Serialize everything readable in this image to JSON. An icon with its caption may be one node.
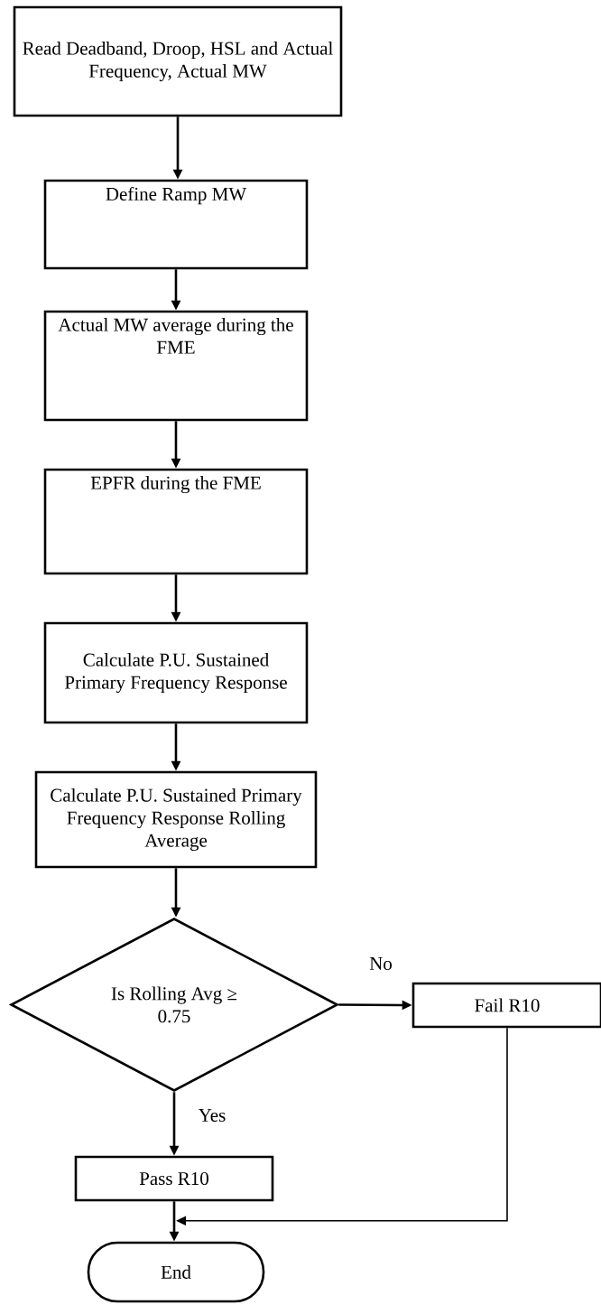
{
  "diagram": {
    "nodes": [
      {
        "text": [
          "Read Deadband, Droop, HSL and Actual Frequency, Actual MW"
        ]
      },
      {
        "text": [
          "Define Ramp MW"
        ]
      },
      {
        "text": [
          "Actual MW average during the FME"
        ]
      },
      {
        "text": [
          "EPFR during the FME"
        ]
      },
      {
        "text": [
          "Calculate P.U. Sustained Primary Frequency Response"
        ]
      },
      {
        "text": [
          "Calculate P.U. Sustained Primary Frequency Response Rolling Average"
        ]
      },
      {
        "text": [
          "Is Rolling Avg ≥ 0.75"
        ]
      },
      {
        "text": [
          "Fail R10"
        ]
      },
      {
        "text": [
          "Pass R10"
        ]
      },
      {
        "text": [
          "End"
        ]
      }
    ],
    "edges": [
      {
        "from": 0,
        "to": 1,
        "arrow": "to"
      },
      {
        "from": 1,
        "to": 2,
        "arrow": "to"
      },
      {
        "from": 2,
        "to": 3,
        "arrow": "to"
      },
      {
        "from": 3,
        "to": 4,
        "arrow": "to"
      },
      {
        "from": 4,
        "to": 5,
        "arrow": "to"
      },
      {
        "from": 5,
        "to": 6,
        "arrow": "to"
      },
      {
        "from": 6,
        "to": 7,
        "arrow": "to",
        "label": "No"
      },
      {
        "from": 6,
        "to": 8,
        "arrow": "to",
        "label": "Yes"
      },
      {
        "from": 8,
        "to": 9,
        "arrow": "to"
      },
      {
        "from": 7,
        "to": 9,
        "arrow": "to"
      }
    ]
  }
}
